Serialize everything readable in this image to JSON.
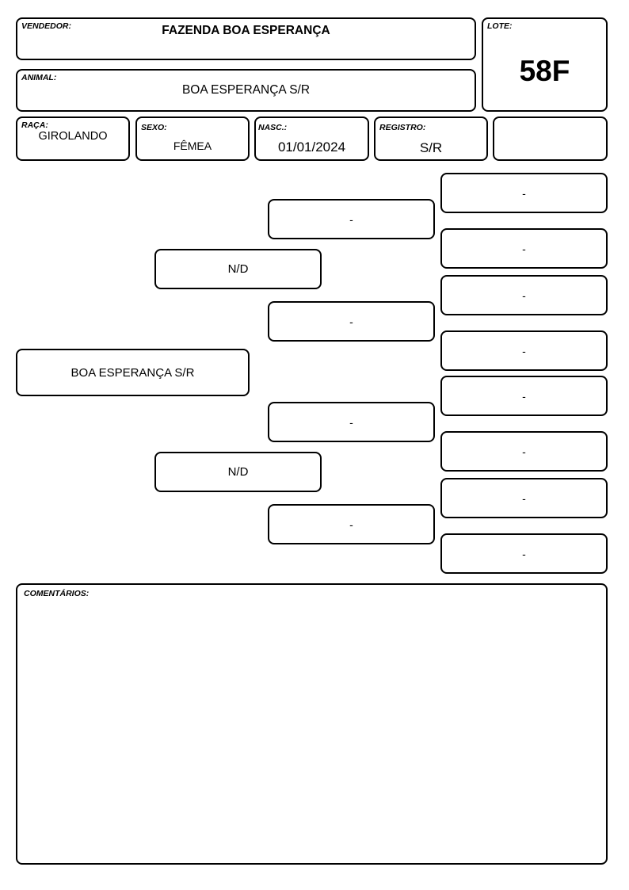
{
  "header": {
    "vendedor_label": "VENDEDOR:",
    "vendedor_value": "FAZENDA BOA ESPERANÇA",
    "animal_label": "ANIMAL:",
    "animal_value": "BOA ESPERANÇA S/R",
    "lote_label": "LOTE:",
    "lote_value": "58F"
  },
  "info": {
    "raca_label": "RAÇA:",
    "raca_value": "GIROLANDO",
    "sexo_label": "SEXO:",
    "sexo_value": "FÊMEA",
    "nasc_label": "NASC.:",
    "nasc_value": "01/01/2024",
    "registro_label": "REGISTRO:",
    "registro_value": "S/R",
    "extra_value": ""
  },
  "pedigree": {
    "animal": "BOA ESPERANÇA S/R",
    "sire": "N/D",
    "dam": "N/D",
    "paternal_grandsire": "-",
    "paternal_granddam": "-",
    "maternal_grandsire": "-",
    "maternal_granddam": "-",
    "great_grandparents": [
      "-",
      "-",
      "-",
      "-",
      "-",
      "-",
      "-",
      "-"
    ]
  },
  "comments": {
    "label": "COMENTÁRIOS:",
    "value": ""
  }
}
